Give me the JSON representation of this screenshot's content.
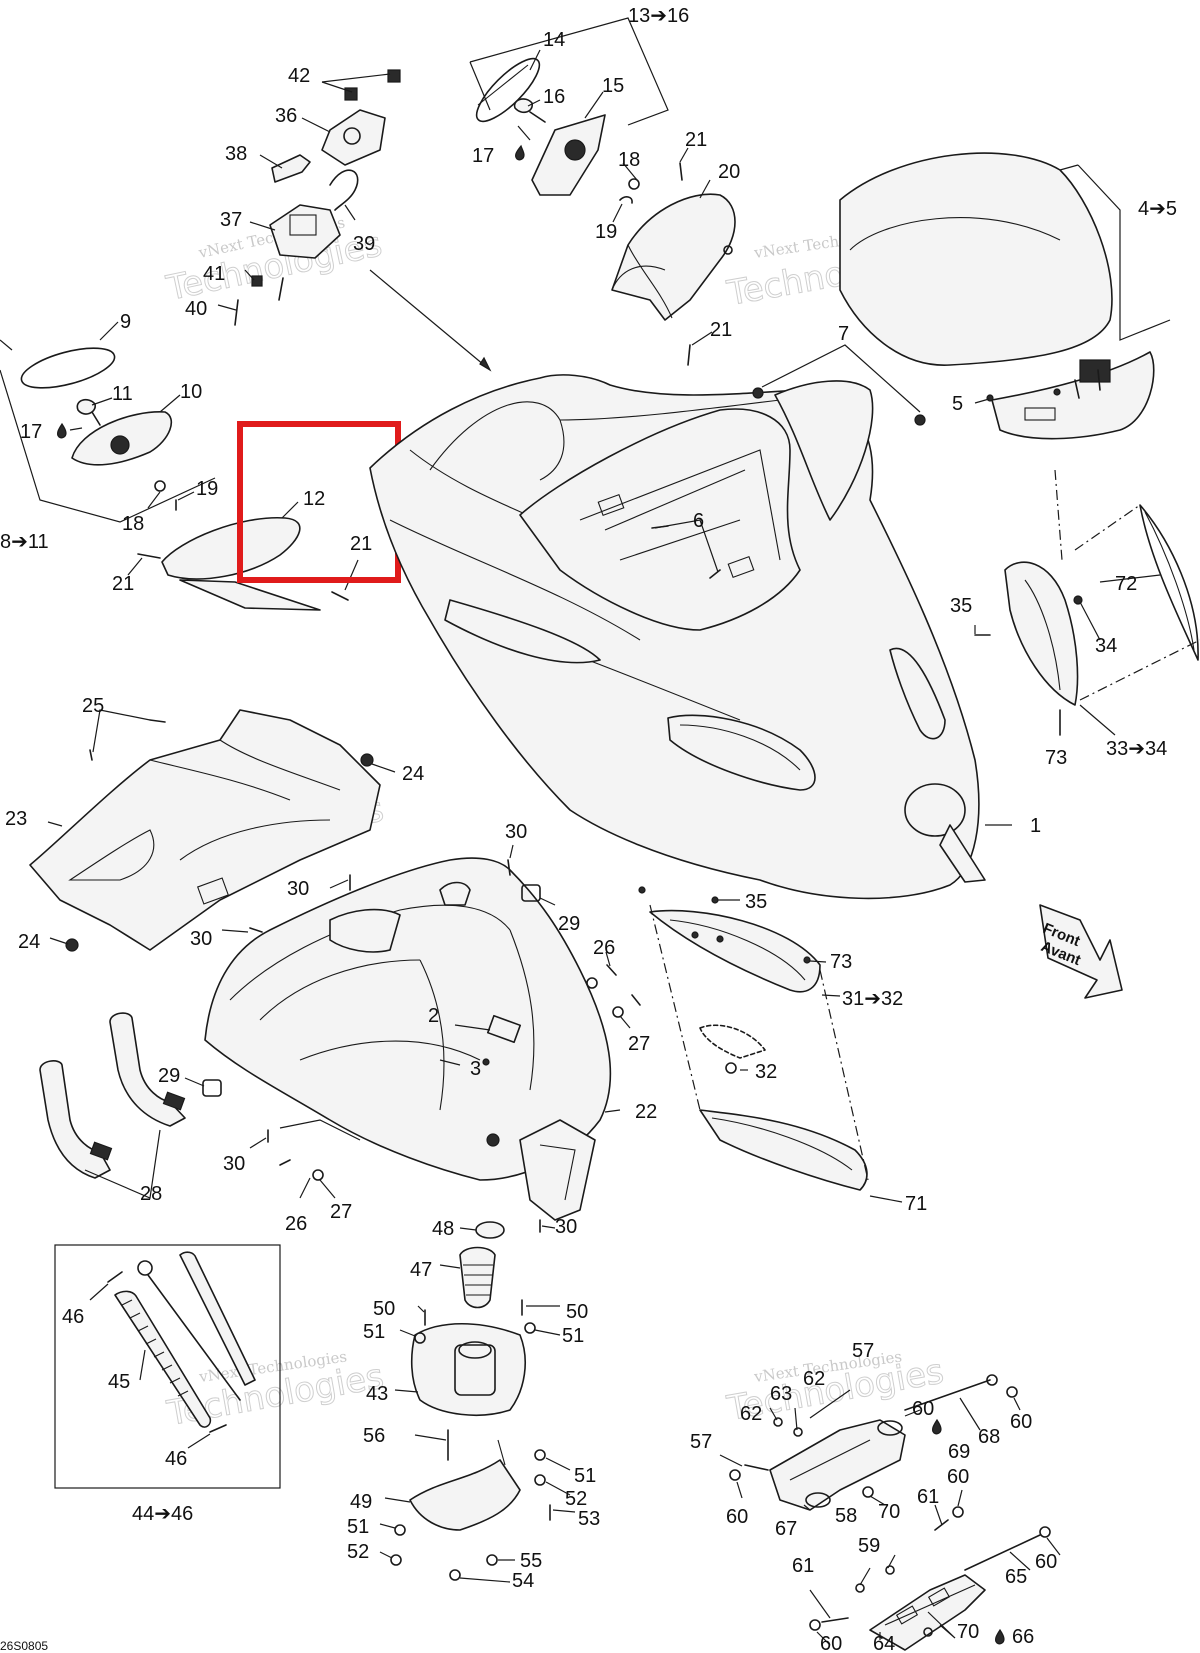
{
  "diagram": {
    "drawing_code": "26S0805",
    "front_label": "Front",
    "front_label_fr": "Avant",
    "watermark_line1": "vNext Technologies",
    "watermark_line2": "Technologies",
    "highlight_color": "#e01b1b",
    "callouts": {
      "c1": "1",
      "c2": "2",
      "c3": "3",
      "c4_5": "4➔5",
      "c5": "5",
      "c6": "6",
      "c7": "7",
      "c8_11": "8➔11",
      "c9": "9",
      "c10": "10",
      "c11": "11",
      "c12": "12",
      "c13_16": "13➔16",
      "c14": "14",
      "c15": "15",
      "c16": "16",
      "c17a": "17",
      "c17b": "17",
      "c18a": "18",
      "c18b": "18",
      "c19a": "19",
      "c19b": "19",
      "c20": "20",
      "c21a": "21",
      "c21b": "21",
      "c21c": "21",
      "c21d": "21",
      "c22": "22",
      "c23": "23",
      "c24a": "24",
      "c24b": "24",
      "c25": "25",
      "c26a": "26",
      "c26b": "26",
      "c27a": "27",
      "c27b": "27",
      "c28": "28",
      "c29a": "29",
      "c29b": "29",
      "c30a": "30",
      "c30b": "30",
      "c30c": "30",
      "c30d": "30",
      "c30e": "30",
      "c31_32": "31➔32",
      "c32": "32",
      "c33_34": "33➔34",
      "c34": "34",
      "c35a": "35",
      "c35b": "35",
      "c36": "36",
      "c37": "37",
      "c38": "38",
      "c39": "39",
      "c40": "40",
      "c41": "41",
      "c42": "42",
      "c43": "43",
      "c44_46": "44➔46",
      "c45": "45",
      "c46a": "46",
      "c46b": "46",
      "c47": "47",
      "c48": "48",
      "c49": "49",
      "c50a": "50",
      "c50b": "50",
      "c51a": "51",
      "c51b": "51",
      "c51c": "51",
      "c51d": "51",
      "c52a": "52",
      "c52b": "52",
      "c53": "53",
      "c54": "54",
      "c55": "55",
      "c56": "56",
      "c57a": "57",
      "c57b": "57",
      "c58": "58",
      "c59": "59",
      "c60a": "60",
      "c60b": "60",
      "c60c": "60",
      "c60d": "60",
      "c60e": "60",
      "c60f": "60",
      "c61a": "61",
      "c61b": "61",
      "c62a": "62",
      "c62b": "62",
      "c63": "63",
      "c64": "64",
      "c65": "65",
      "c66": "66",
      "c67": "67",
      "c68": "68",
      "c69": "69",
      "c70a": "70",
      "c70b": "70",
      "c71": "71",
      "c72": "72",
      "c73a": "73",
      "c73b": "73"
    }
  }
}
